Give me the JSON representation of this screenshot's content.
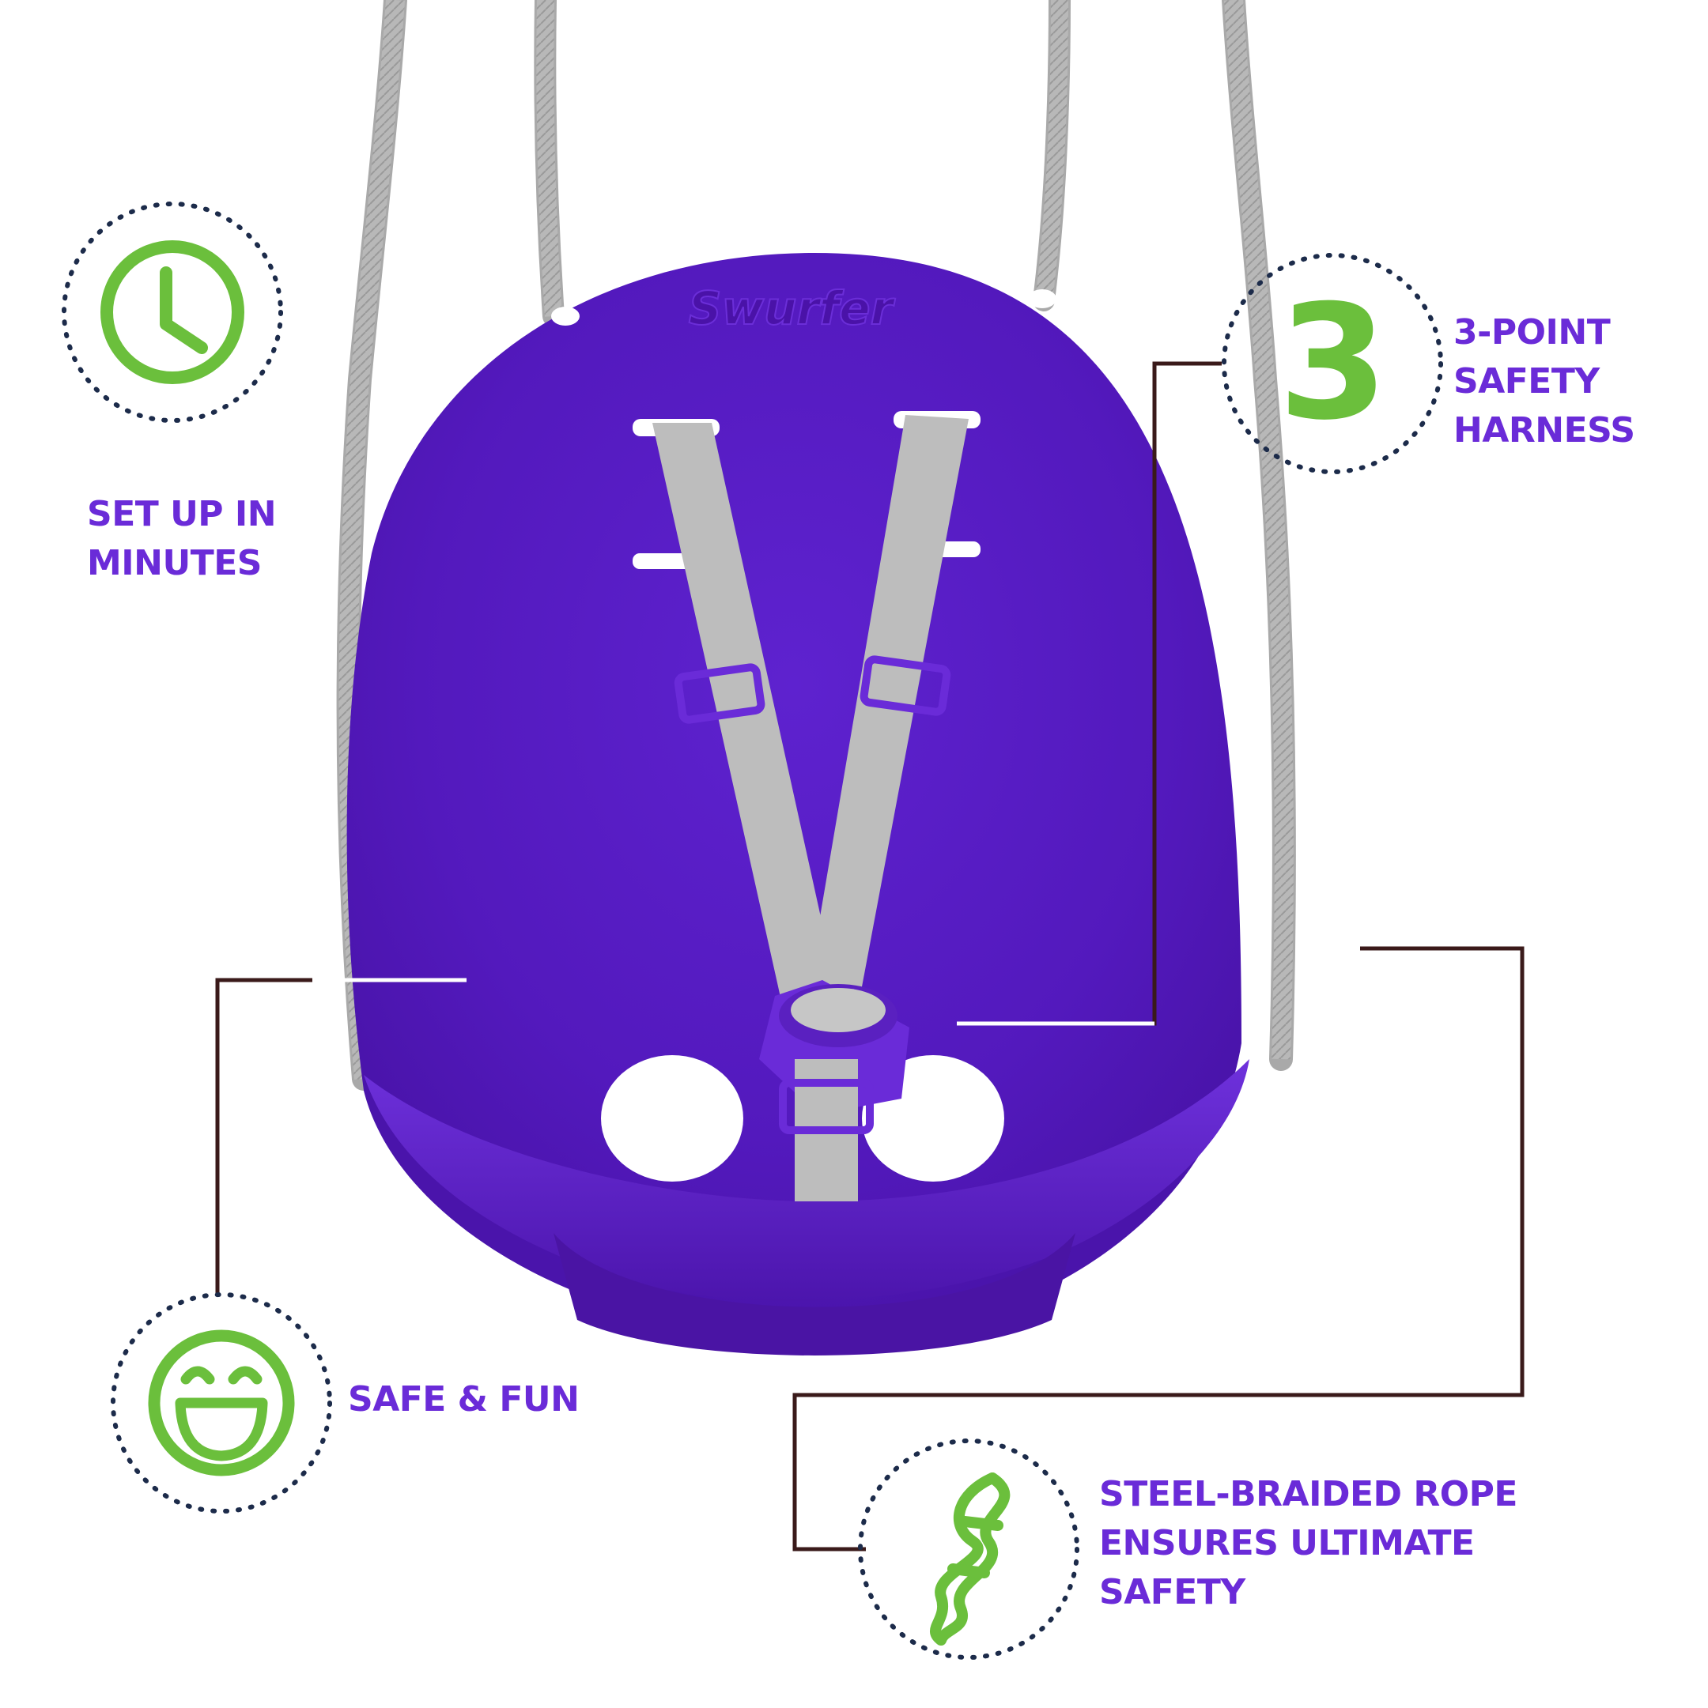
{
  "brand": {
    "logo_text": "Swurfer"
  },
  "colors": {
    "accent_purple": "#6a2bd8",
    "icon_green": "#6bbf3c",
    "dotted_navy": "#1c2b4a",
    "leader_brown": "#3a1a1a",
    "seat_purple": "#5a1fc4",
    "strap_grey": "#bdbdbd"
  },
  "features": {
    "setup": {
      "label": "SET UP IN\nMINUTES",
      "icon": "clock-icon"
    },
    "harness": {
      "number": "3",
      "label": "3-POINT\nSAFETY\nHARNESS",
      "icon": "number-three-badge"
    },
    "safe": {
      "label": "SAFE & FUN",
      "icon": "smiley-icon"
    },
    "rope": {
      "label": "STEEL-BRAIDED ROPE\nENSURES ULTIMATE\nSAFETY",
      "icon": "rope-twist-icon"
    }
  }
}
